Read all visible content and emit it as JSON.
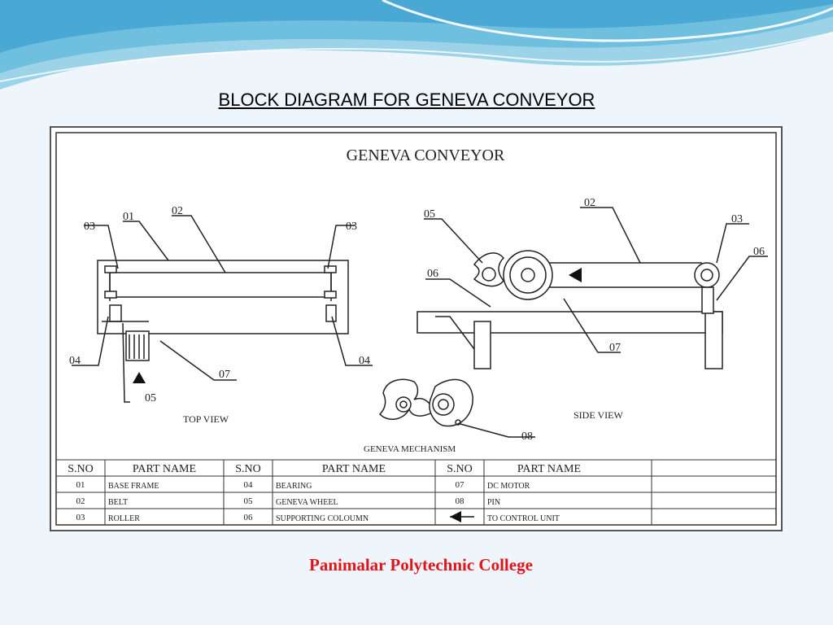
{
  "slide": {
    "title": "BLOCK DIAGRAM FOR GENEVA CONVEYOR",
    "footer": "Panimalar Polytechnic College",
    "footer_color": "#e0151b"
  },
  "drawing": {
    "heading": "GENEVA CONVEYOR",
    "top_view": {
      "caption": "TOP VIEW",
      "labels": [
        "01",
        "02",
        "03",
        "03",
        "04",
        "04",
        "05",
        "07"
      ]
    },
    "side_view": {
      "caption": "SIDE VIEW",
      "labels": [
        "05",
        "02",
        "03",
        "06",
        "06",
        "07"
      ]
    },
    "mechanism": {
      "caption": "GENEVA MECHANISM",
      "labels": [
        "08"
      ]
    }
  },
  "parts_table": {
    "headers": [
      "S.NO",
      "PART NAME",
      "S.NO",
      "PART NAME",
      "S.NO",
      "PART NAME"
    ],
    "rows": [
      [
        "01",
        "BASE FRAME",
        "04",
        "BEARING",
        "07",
        "DC MOTOR"
      ],
      [
        "02",
        "BELT",
        "05",
        "GENEVA WHEEL",
        "08",
        "PIN"
      ],
      [
        "03",
        "ROLLER",
        "06",
        "SUPPORTING COLOUMN",
        "arrow-symbol",
        "TO CONTROL UNIT"
      ]
    ]
  }
}
